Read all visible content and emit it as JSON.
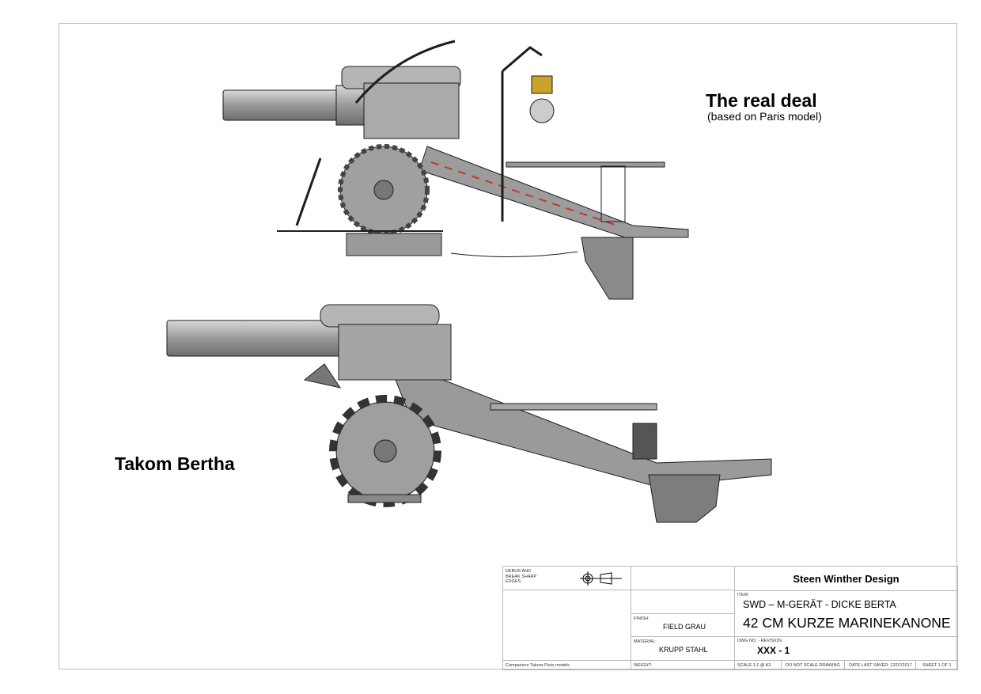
{
  "labels": {
    "real_title": "The real deal",
    "real_subtitle": "(based on Paris model)",
    "takom_title": "Takom Bertha"
  },
  "title_block": {
    "debur_note": "DEBUR AND BREAK SHARP EDGES",
    "company": "Steen Winther Design",
    "item_label": "ITEM:",
    "item_line1": "SWD – M-GERÄT - DICKE BERTA",
    "item_line2": "42 CM KURZE MARINEKANONE",
    "finish_label": "FINISH:",
    "finish_value": "FIELD GRAU",
    "material_label": "MATERIAL:",
    "material_value": "KRUPP STAHL",
    "dwg_label": "DWG NO. - REVISION",
    "dwg_value": "XXX - 1",
    "weight_label": "WEIGHT:",
    "comment": "Comparison Takom-Paris models",
    "scale": "SCALE:1:2 @ A3",
    "do_not_scale": "DO NOT SCALE DRAWING",
    "date_saved": "DATE LAST SAVED:  12/07/2017",
    "sheet": "SHEET 1 OF 1"
  },
  "colors": {
    "metal": "#a9a9a9",
    "metal_dark": "#6f6f6f",
    "outline": "#1e1e1e",
    "accent_gold": "#c9a227",
    "accent_red": "#c0392b"
  }
}
